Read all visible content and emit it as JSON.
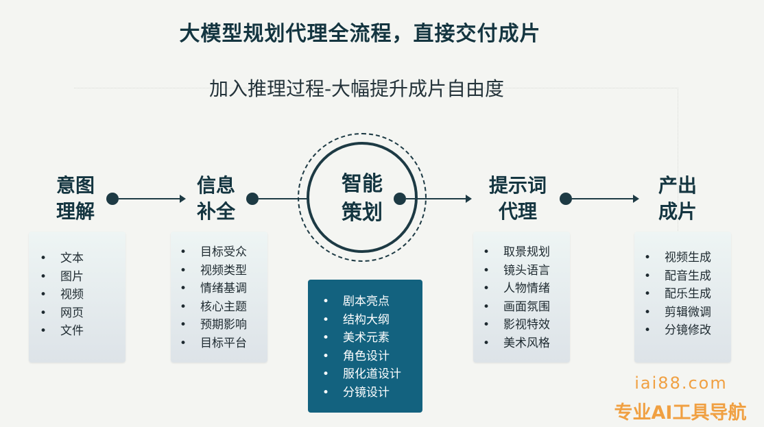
{
  "title": "大模型规划代理全流程，直接交付成片",
  "subtitle": "加入推理过程-大幅提升成片自由度",
  "stages": [
    {
      "line1": "意图",
      "line2": "理解",
      "items": [
        "文本",
        "图片",
        "视频",
        "网页",
        "文件"
      ]
    },
    {
      "line1": "信息",
      "line2": "补全",
      "items": [
        "目标受众",
        "视频类型",
        "情绪基调",
        "核心主题",
        "预期影响",
        "目标平台"
      ]
    },
    {
      "line1": "智能",
      "line2": "策划",
      "items": [
        "剧本亮点",
        "结构大纲",
        "美术元素",
        "角色设计",
        "服化道设计",
        "分镜设计"
      ]
    },
    {
      "line1": "提示词",
      "line2": "代理",
      "items": [
        "取景规划",
        "镜头语言",
        "人物情绪",
        "画面氛围",
        "影视特效",
        "美术风格"
      ]
    },
    {
      "line1": "产出",
      "line2": "成片",
      "items": [
        "视频生成",
        "配音生成",
        "配乐生成",
        "剪辑微调",
        "分镜修改"
      ]
    }
  ],
  "watermark": {
    "domain": "iai88.com",
    "tagline": "专业AI工具导航",
    "color": "#f0a042"
  },
  "colors": {
    "accent": "#13627f",
    "dark": "#1d3a44",
    "background": "#f4f5f2"
  }
}
